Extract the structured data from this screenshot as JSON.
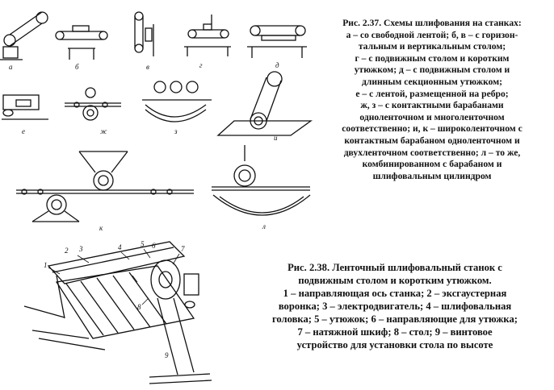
{
  "figure_2_37": {
    "caption_lines": [
      "Рис. 2.37. Схемы шлифования на станках:",
      "а – со свободной лентой; б, в – с горизон-",
      "тальным и вертикальным столом;",
      "г – с подвижным столом и коротким",
      "утюжком; д – с подвижным столом и",
      "длинным секционным утюжком;",
      "е – с лентой, размещенной на ребро;",
      "ж, з – с контактными барабанами",
      "одноленточном и многоленточном",
      "соответственно; и, к – широколенточном с",
      "контактным барабаном одноленточном и",
      "двухленточном соответственно; л – то же,",
      "комбинированном с барабаном и",
      "шлифовальным цилиндром"
    ],
    "schematic_labels": [
      "а",
      "б",
      "в",
      "г",
      "д",
      "е",
      "ж",
      "з",
      "и",
      "к",
      "л"
    ]
  },
  "figure_2_38": {
    "caption_lines": [
      "Рис. 2.38. Ленточный шлифовальный станок с",
      "подвижным столом и коротким утюжком.",
      "1 – направляющая ось станка; 2 – эксгаустерная",
      "воронка; 3 – электродвигатель; 4 – шлифовальная",
      "головка; 5 – утюжок; 6 – направляющие для утюжка;",
      "7 – натяжной шкиф; 8 – стол; 9 – винтовое",
      "устройство для установки стола по высоте"
    ],
    "part_numbers": [
      "1",
      "2",
      "3",
      "4",
      "5",
      "6",
      "7",
      "8",
      "9"
    ]
  }
}
